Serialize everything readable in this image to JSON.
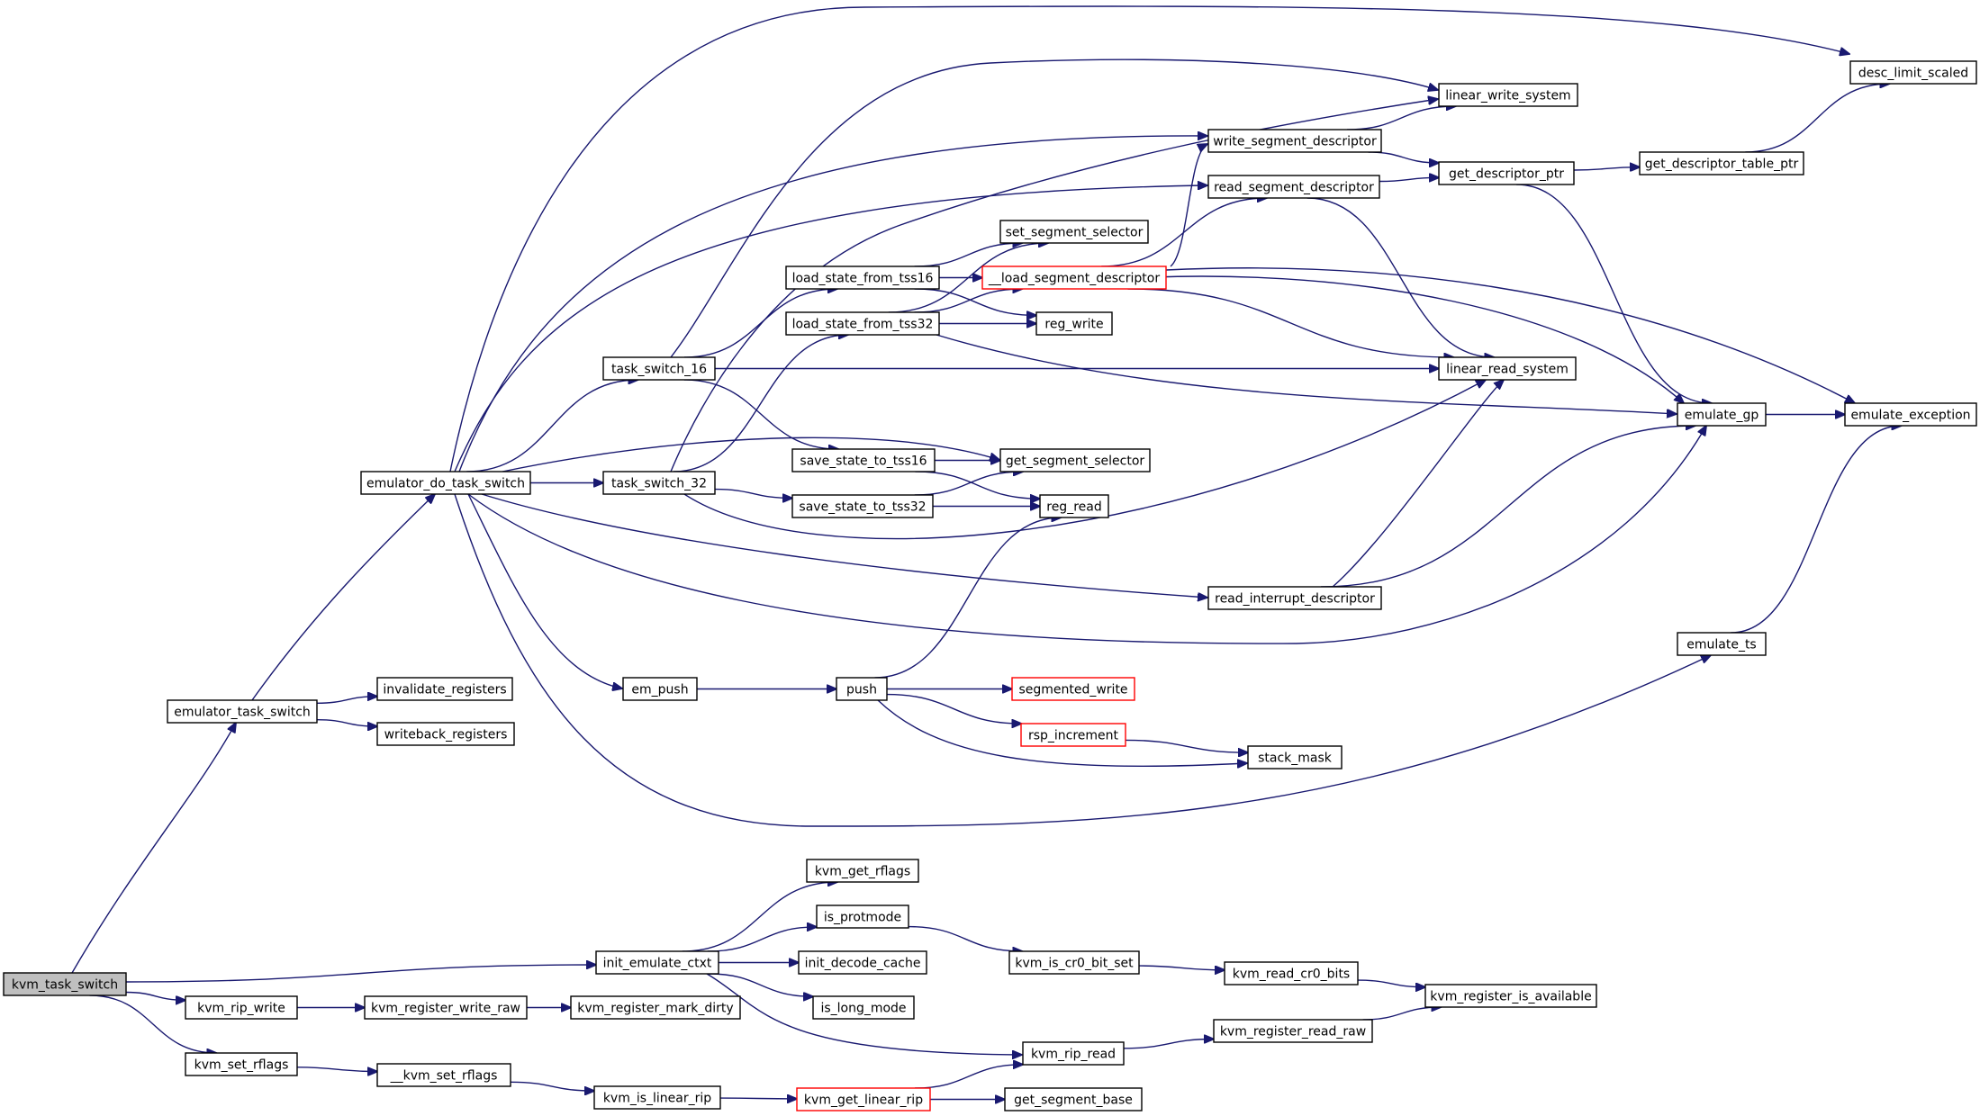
{
  "graph": {
    "root": "kvm_task_switch",
    "nodes": [
      {
        "id": "kvm_task_switch",
        "label": "kvm_task_switch",
        "root": true
      },
      {
        "id": "emulator_task_switch",
        "label": "emulator_task_switch"
      },
      {
        "id": "emulator_do_task_switch",
        "label": "emulator_do_task_switch"
      },
      {
        "id": "invalidate_registers",
        "label": "invalidate_registers"
      },
      {
        "id": "writeback_registers",
        "label": "writeback_registers"
      },
      {
        "id": "task_switch_16",
        "label": "task_switch_16"
      },
      {
        "id": "task_switch_32",
        "label": "task_switch_32"
      },
      {
        "id": "em_push",
        "label": "em_push"
      },
      {
        "id": "load_state_from_tss16",
        "label": "load_state_from_tss16"
      },
      {
        "id": "load_state_from_tss32",
        "label": "load_state_from_tss32"
      },
      {
        "id": "save_state_to_tss16",
        "label": "save_state_to_tss16"
      },
      {
        "id": "save_state_to_tss32",
        "label": "save_state_to_tss32"
      },
      {
        "id": "push",
        "label": "push"
      },
      {
        "id": "set_segment_selector",
        "label": "set_segment_selector"
      },
      {
        "id": "__load_segment_descriptor",
        "label": "__load_segment_descriptor",
        "red": true
      },
      {
        "id": "reg_write",
        "label": "reg_write"
      },
      {
        "id": "get_segment_selector",
        "label": "get_segment_selector"
      },
      {
        "id": "reg_read",
        "label": "reg_read"
      },
      {
        "id": "segmented_write",
        "label": "segmented_write",
        "red": true
      },
      {
        "id": "rsp_increment",
        "label": "rsp_increment",
        "red": true
      },
      {
        "id": "write_segment_descriptor",
        "label": "write_segment_descriptor"
      },
      {
        "id": "read_segment_descriptor",
        "label": "read_segment_descriptor"
      },
      {
        "id": "read_interrupt_descriptor",
        "label": "read_interrupt_descriptor"
      },
      {
        "id": "stack_mask",
        "label": "stack_mask"
      },
      {
        "id": "linear_write_system",
        "label": "linear_write_system"
      },
      {
        "id": "get_descriptor_ptr",
        "label": "get_descriptor_ptr"
      },
      {
        "id": "linear_read_system",
        "label": "linear_read_system"
      },
      {
        "id": "get_descriptor_table_ptr",
        "label": "get_descriptor_table_ptr"
      },
      {
        "id": "emulate_gp",
        "label": "emulate_gp"
      },
      {
        "id": "emulate_ts",
        "label": "emulate_ts"
      },
      {
        "id": "desc_limit_scaled",
        "label": "desc_limit_scaled"
      },
      {
        "id": "emulate_exception",
        "label": "emulate_exception"
      },
      {
        "id": "kvm_rip_write",
        "label": "kvm_rip_write"
      },
      {
        "id": "kvm_set_rflags",
        "label": "kvm_set_rflags"
      },
      {
        "id": "init_emulate_ctxt",
        "label": "init_emulate_ctxt"
      },
      {
        "id": "kvm_register_write_raw",
        "label": "kvm_register_write_raw"
      },
      {
        "id": "kvm_register_mark_dirty",
        "label": "kvm_register_mark_dirty"
      },
      {
        "id": "__kvm_set_rflags",
        "label": "__kvm_set_rflags"
      },
      {
        "id": "kvm_is_linear_rip",
        "label": "kvm_is_linear_rip"
      },
      {
        "id": "kvm_get_rflags",
        "label": "kvm_get_rflags"
      },
      {
        "id": "is_protmode",
        "label": "is_protmode"
      },
      {
        "id": "init_decode_cache",
        "label": "init_decode_cache"
      },
      {
        "id": "is_long_mode",
        "label": "is_long_mode"
      },
      {
        "id": "kvm_rip_read",
        "label": "kvm_rip_read"
      },
      {
        "id": "kvm_get_linear_rip",
        "label": "kvm_get_linear_rip",
        "red": true
      },
      {
        "id": "get_segment_base",
        "label": "get_segment_base"
      },
      {
        "id": "kvm_is_cr0_bit_set",
        "label": "kvm_is_cr0_bit_set"
      },
      {
        "id": "kvm_read_cr0_bits",
        "label": "kvm_read_cr0_bits"
      },
      {
        "id": "kvm_register_read_raw",
        "label": "kvm_register_read_raw"
      },
      {
        "id": "kvm_register_is_available",
        "label": "kvm_register_is_available"
      }
    ],
    "edges": [
      [
        "kvm_task_switch",
        "emulator_task_switch"
      ],
      [
        "kvm_task_switch",
        "init_emulate_ctxt"
      ],
      [
        "kvm_task_switch",
        "kvm_rip_write"
      ],
      [
        "kvm_task_switch",
        "kvm_set_rflags"
      ],
      [
        "emulator_task_switch",
        "emulator_do_task_switch"
      ],
      [
        "emulator_task_switch",
        "invalidate_registers"
      ],
      [
        "emulator_task_switch",
        "writeback_registers"
      ],
      [
        "emulator_do_task_switch",
        "desc_limit_scaled"
      ],
      [
        "emulator_do_task_switch",
        "write_segment_descriptor"
      ],
      [
        "emulator_do_task_switch",
        "read_segment_descriptor"
      ],
      [
        "emulator_do_task_switch",
        "task_switch_16"
      ],
      [
        "emulator_do_task_switch",
        "task_switch_32"
      ],
      [
        "emulator_do_task_switch",
        "get_segment_selector"
      ],
      [
        "emulator_do_task_switch",
        "read_interrupt_descriptor"
      ],
      [
        "emulator_do_task_switch",
        "emulate_gp"
      ],
      [
        "emulator_do_task_switch",
        "em_push"
      ],
      [
        "emulator_do_task_switch",
        "emulate_ts"
      ],
      [
        "task_switch_16",
        "linear_write_system"
      ],
      [
        "task_switch_16",
        "load_state_from_tss16"
      ],
      [
        "task_switch_16",
        "linear_read_system"
      ],
      [
        "task_switch_16",
        "save_state_to_tss16"
      ],
      [
        "task_switch_32",
        "linear_write_system"
      ],
      [
        "task_switch_32",
        "load_state_from_tss32"
      ],
      [
        "task_switch_32",
        "save_state_to_tss32"
      ],
      [
        "task_switch_32",
        "linear_read_system"
      ],
      [
        "load_state_from_tss16",
        "set_segment_selector"
      ],
      [
        "load_state_from_tss16",
        "__load_segment_descriptor"
      ],
      [
        "load_state_from_tss16",
        "reg_write"
      ],
      [
        "load_state_from_tss32",
        "set_segment_selector"
      ],
      [
        "load_state_from_tss32",
        "__load_segment_descriptor"
      ],
      [
        "load_state_from_tss32",
        "reg_write"
      ],
      [
        "load_state_from_tss32",
        "emulate_gp"
      ],
      [
        "save_state_to_tss16",
        "get_segment_selector"
      ],
      [
        "save_state_to_tss16",
        "reg_read"
      ],
      [
        "save_state_to_tss32",
        "get_segment_selector"
      ],
      [
        "save_state_to_tss32",
        "reg_read"
      ],
      [
        "__load_segment_descriptor",
        "write_segment_descriptor"
      ],
      [
        "__load_segment_descriptor",
        "read_segment_descriptor"
      ],
      [
        "__load_segment_descriptor",
        "linear_read_system"
      ],
      [
        "__load_segment_descriptor",
        "emulate_gp"
      ],
      [
        "__load_segment_descriptor",
        "emulate_exception"
      ],
      [
        "write_segment_descriptor",
        "linear_write_system"
      ],
      [
        "write_segment_descriptor",
        "get_descriptor_ptr"
      ],
      [
        "read_segment_descriptor",
        "get_descriptor_ptr"
      ],
      [
        "read_segment_descriptor",
        "linear_read_system"
      ],
      [
        "get_descriptor_ptr",
        "get_descriptor_table_ptr"
      ],
      [
        "get_descriptor_ptr",
        "emulate_gp"
      ],
      [
        "get_descriptor_table_ptr",
        "desc_limit_scaled"
      ],
      [
        "read_interrupt_descriptor",
        "linear_read_system"
      ],
      [
        "read_interrupt_descriptor",
        "emulate_gp"
      ],
      [
        "emulate_gp",
        "emulate_exception"
      ],
      [
        "emulate_ts",
        "emulate_exception"
      ],
      [
        "em_push",
        "push"
      ],
      [
        "push",
        "reg_read"
      ],
      [
        "push",
        "segmented_write"
      ],
      [
        "push",
        "rsp_increment"
      ],
      [
        "push",
        "stack_mask"
      ],
      [
        "rsp_increment",
        "stack_mask"
      ],
      [
        "init_emulate_ctxt",
        "kvm_get_rflags"
      ],
      [
        "init_emulate_ctxt",
        "is_protmode"
      ],
      [
        "init_emulate_ctxt",
        "init_decode_cache"
      ],
      [
        "init_emulate_ctxt",
        "is_long_mode"
      ],
      [
        "init_emulate_ctxt",
        "kvm_rip_read"
      ],
      [
        "is_protmode",
        "kvm_is_cr0_bit_set"
      ],
      [
        "kvm_is_cr0_bit_set",
        "kvm_read_cr0_bits"
      ],
      [
        "kvm_read_cr0_bits",
        "kvm_register_is_available"
      ],
      [
        "kvm_rip_read",
        "kvm_register_read_raw"
      ],
      [
        "kvm_register_read_raw",
        "kvm_register_is_available"
      ],
      [
        "kvm_rip_write",
        "kvm_register_write_raw"
      ],
      [
        "kvm_register_write_raw",
        "kvm_register_mark_dirty"
      ],
      [
        "kvm_set_rflags",
        "__kvm_set_rflags"
      ],
      [
        "__kvm_set_rflags",
        "kvm_is_linear_rip"
      ],
      [
        "kvm_is_linear_rip",
        "kvm_get_linear_rip"
      ],
      [
        "kvm_get_linear_rip",
        "kvm_rip_read"
      ],
      [
        "kvm_get_linear_rip",
        "get_segment_base"
      ]
    ]
  }
}
